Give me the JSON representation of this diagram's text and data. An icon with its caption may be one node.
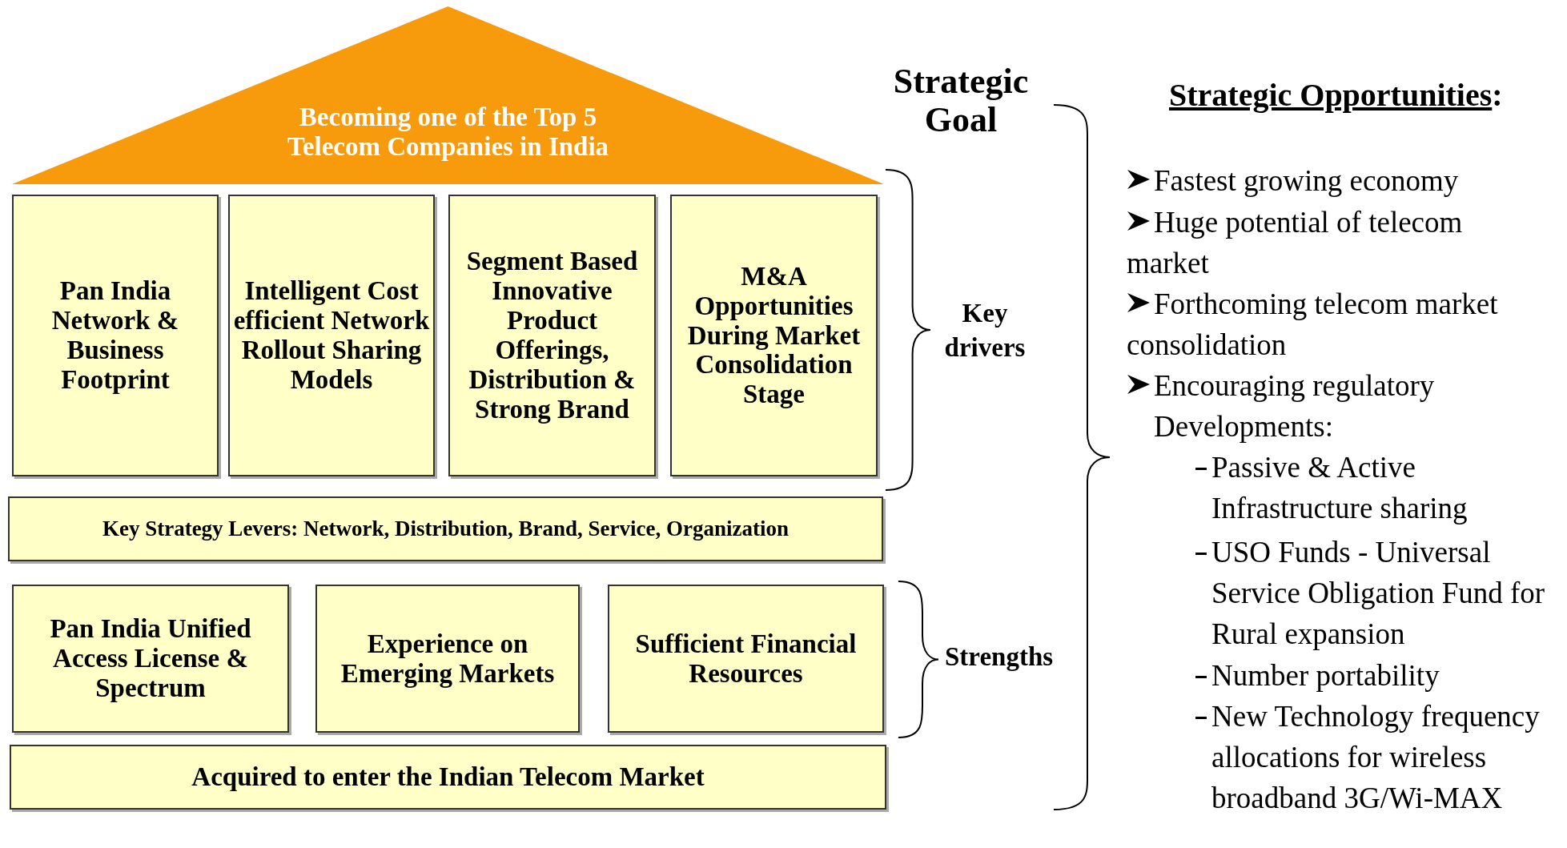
{
  "diagram": {
    "nodes": [
      {
        "text": [
          "Becoming one of the Top 5 Telecom Companies in India"
        ]
      },
      {
        "text": [
          "Pan India Network & Business Footprint"
        ]
      },
      {
        "text": [
          "Intelligent Cost efficient Network Rollout Sharing Models"
        ]
      },
      {
        "text": [
          "Segment Based Innovative Product Offerings, Distribution & Strong Brand"
        ]
      },
      {
        "text": [
          "M&A Opportunities During Market Consolidation Stage"
        ]
      },
      {
        "text": [
          "Key Strategy Levers: Network, Distribution, Brand, Service, Organization"
        ]
      },
      {
        "text": [
          "Pan India Unified Access License & Spectrum"
        ]
      },
      {
        "text": [
          "Experience on Emerging Markets"
        ]
      },
      {
        "text": [
          "Sufficient Financial Resources"
        ]
      },
      {
        "text": [
          "Acquired to enter the Indian Telecom Market"
        ]
      }
    ],
    "edges": [],
    "labels": [
      "Strategic Goal",
      "Key drivers",
      "Strengths",
      "Strategic Opportunities:",
      "Fastest growing economy",
      "Huge potential of telecom market",
      "Forthcoming telecom market consolidation",
      "Encouraging regulatory Developments:",
      "Passive & Active Infrastructure sharing",
      "USO Funds - Universal Service Obligation Fund for Rural expansion",
      "Number portability",
      "New Technology frequency allocations for wireless broadband 3G/Wi-MAX"
    ]
  }
}
